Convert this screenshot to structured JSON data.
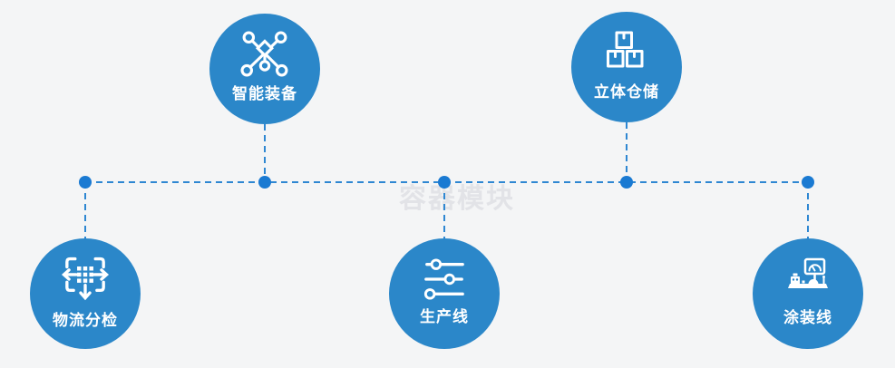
{
  "page": {
    "background": "#f4f5f6",
    "watermark_text": "容器模块"
  },
  "colors": {
    "node_fill": "#2b87c9",
    "connector_line": "#2e87d2",
    "connector_dot": "#1a7ad2",
    "icon_stroke": "#ffffff",
    "label_text": "#ffffff",
    "watermark_text": "#e2e3e7",
    "page_bg": "#f4f5f6"
  },
  "nodes": [
    {
      "label": "智能装备",
      "icon": "network-nodes-icon",
      "position": "top-left"
    },
    {
      "label": "立体仓储",
      "icon": "stacked-boxes-icon",
      "position": "top-right"
    },
    {
      "label": "物流分检",
      "icon": "sort-distribute-icon",
      "position": "bottom-left"
    },
    {
      "label": "生产线",
      "icon": "sliders-icon",
      "position": "bottom-center"
    },
    {
      "label": "涂装线",
      "icon": "control-station-icon",
      "position": "bottom-right"
    }
  ]
}
